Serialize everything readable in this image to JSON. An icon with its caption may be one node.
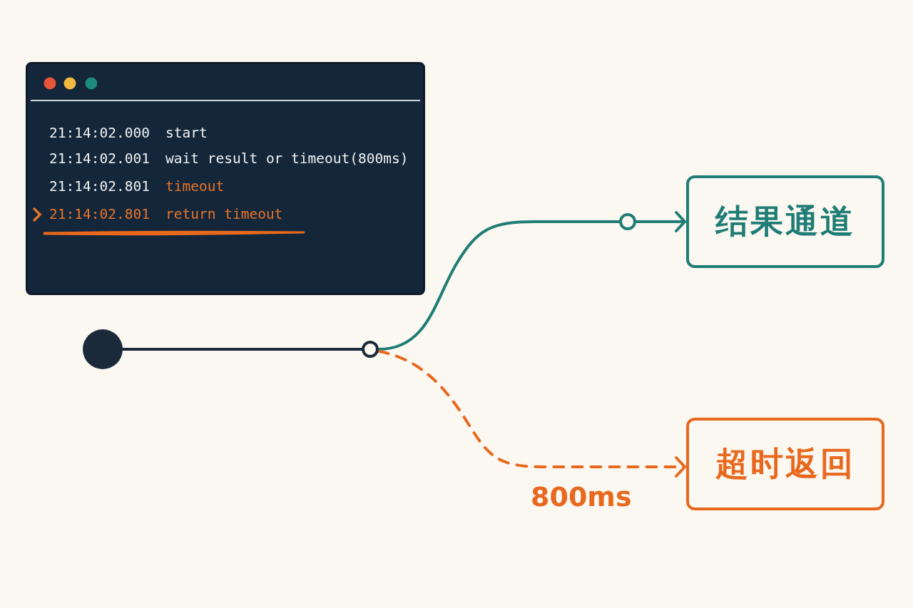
{
  "diagram": {
    "nodes": [
      {
        "text": [
          "21:14:02.000",
          "start",
          "21:14:02.001",
          "wait result or timeout(800ms)",
          "21:14:02.801",
          "timeout",
          "21:14:02.801",
          "return timeout"
        ]
      },
      {
        "text": [],
        "shape": "circle"
      },
      {
        "text": [],
        "shape": "circle"
      },
      {
        "text": [],
        "shape": "circle"
      },
      {
        "text": [
          "结果通道"
        ]
      },
      {
        "text": [
          "超时返回"
        ]
      }
    ],
    "edges": [
      {
        "from": 1,
        "to": 2,
        "arrow": "none",
        "color": "#1b2a3b"
      },
      {
        "from": 2,
        "to": 3,
        "arrow": "none",
        "color": "#1f7d76"
      },
      {
        "from": 3,
        "to": 4,
        "arrow": "to",
        "color": "#1f7d76"
      },
      {
        "from": 2,
        "to": 5,
        "arrow": "to",
        "style": "dashed",
        "color": "#e8691e",
        "label": "800ms"
      }
    ]
  }
}
